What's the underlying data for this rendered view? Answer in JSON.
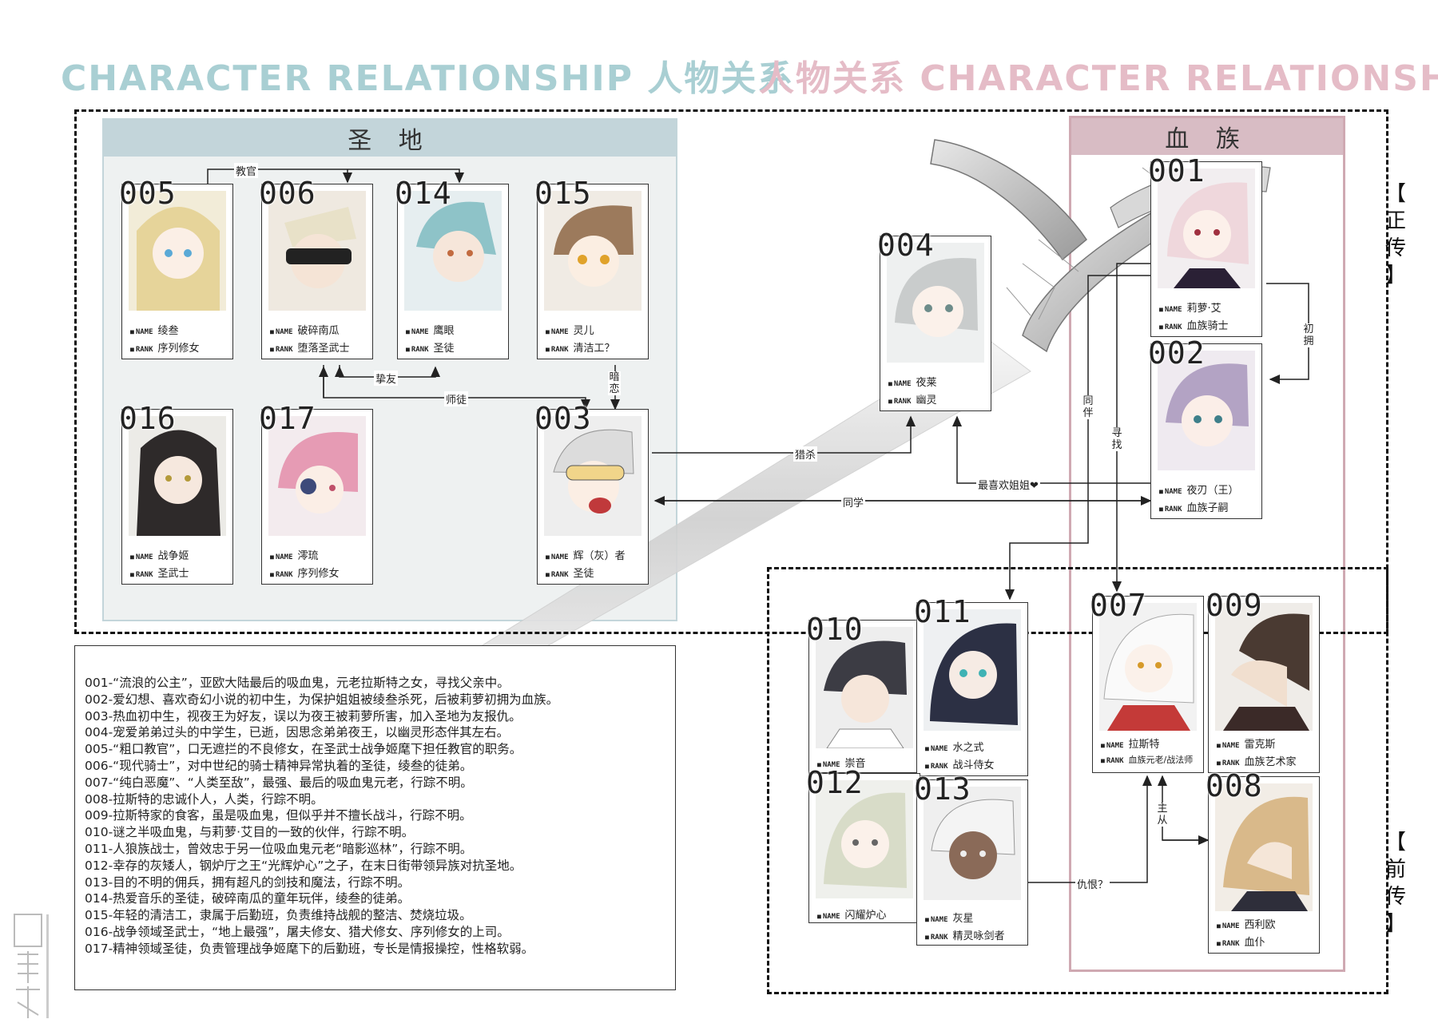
{
  "titles": {
    "left": "CHARACTER  RELATIONSHIP 人物关系",
    "right": "人物关系 CHARACTER  RELATIONSHIP"
  },
  "regions": {
    "holy_land": "圣 地",
    "blood_clan": "血 族"
  },
  "side_tags": {
    "main_story": [
      "【",
      "正",
      "传",
      "】"
    ],
    "prequel": [
      "【",
      "前",
      "传",
      "】"
    ]
  },
  "field_keys": {
    "name": "NAME",
    "rank": "RANK"
  },
  "characters": {
    "c005": {
      "num": "005",
      "name": "绫叁",
      "rank": "序列修女"
    },
    "c006": {
      "num": "006",
      "name": "破碎南瓜",
      "rank": "堕落圣武士"
    },
    "c014": {
      "num": "014",
      "name": "鹰眼",
      "rank": "圣徒"
    },
    "c015": {
      "num": "015",
      "name": "灵儿",
      "rank": "清洁工？"
    },
    "c016": {
      "num": "016",
      "name": "战争姬",
      "rank": "圣武士"
    },
    "c017": {
      "num": "017",
      "name": "澪琉",
      "rank": "序列修女"
    },
    "c003": {
      "num": "003",
      "name": "辉（灰）者",
      "rank": "圣徒"
    },
    "c004": {
      "num": "004",
      "name": "夜莱",
      "rank": "幽灵"
    },
    "c001": {
      "num": "001",
      "name": "莉萝·艾",
      "rank": "血族骑士"
    },
    "c002": {
      "num": "002",
      "name": "夜刃（王）",
      "rank": "血族子嗣"
    },
    "c010": {
      "num": "010",
      "name": "崇音"
    },
    "c011": {
      "num": "011",
      "name": "水之式",
      "rank": "战斗侍女"
    },
    "c012": {
      "num": "012",
      "name": "闪耀炉心"
    },
    "c013": {
      "num": "013",
      "name": "灰星",
      "rank": "精灵咏剑者"
    },
    "c007": {
      "num": "007",
      "name": "拉斯特",
      "rank": "血族元老/战法师"
    },
    "c009": {
      "num": "009",
      "name": "雷克斯",
      "rank": "血族艺术家"
    },
    "c008": {
      "num": "008",
      "name": "西利欧",
      "rank": "血仆"
    }
  },
  "relations": {
    "instructor": "教官",
    "close_friend": "挚友",
    "master_apprentice": "师徒",
    "secret_love": "暗恋",
    "hunt_kill": "猎杀",
    "classmate": "同学",
    "fav_sister": "最喜欢姐姐❤",
    "companion": "同伴",
    "search": "寻找",
    "first_embrace": "初拥",
    "master_servant": "主从",
    "hatred": "仇恨？"
  },
  "notes": [
    "001-“流浪的公主”，亚欧大陆最后的吸血鬼，元老拉斯特之女，寻找父亲中。",
    "002-爱幻想、喜欢奇幻小说的初中生，为保护姐姐被绫叁杀死，后被莉萝初拥为血族。",
    "003-热血初中生，视夜王为好友，误以为夜王被莉萝所害，加入圣地为友报仇。",
    "004-宠爱弟弟过头的中学生，已逝，因思念弟弟夜王，以幽灵形态伴其左右。",
    "005-“粗口教官”，口无遮拦的不良修女，在圣武士战争姬麾下担任教官的职务。",
    "006-“现代骑士”，对中世纪的骑士精神异常执着的圣徒，绫叁的徒弟。",
    "007-“纯白恶魔”、“人类至敌”，最强、最后的吸血鬼元老，行踪不明。",
    "008-拉斯特的忠诚仆人，人类，行踪不明。",
    "009-拉斯特家的食客，虽是吸血鬼，但似乎并不擅长战斗，行踪不明。",
    "010-谜之半吸血鬼，与莉萝·艾目的一致的伙伴，行踪不明。",
    "011-人狼族战士，曾效忠于另一位吸血鬼元老“暗影巡林”，行踪不明。",
    "012-幸存的灰矮人，钢炉厅之王“光辉炉心”之子，在末日街带领异族对抗圣地。",
    "013-目的不明的佣兵，拥有超凡的剑技和魔法，行踪不明。",
    "014-热爱音乐的圣徒，破碎南瓜的童年玩伴，绫叁的徒弟。",
    "015-年轻的清洁工，隶属于后勤班，负责维持战舰的整洁、焚烧垃圾。",
    "016-战争领域圣武士，“地上最强”，屠夫修女、猎犬修女、序列修女的上司。",
    "017-精神领域圣徒，负责管理战争姬麾下的后勤班，专长是情报操控，性格软弱。"
  ],
  "colors": {
    "holy_land_head": "#c3d5da",
    "holy_land_bg": "#eef1f1",
    "blood_clan_head": "#d8bcc4",
    "blood_clan_border": "#cfa9b2",
    "title_left": "#a9cfd3",
    "title_right": "#e5bcc7"
  }
}
